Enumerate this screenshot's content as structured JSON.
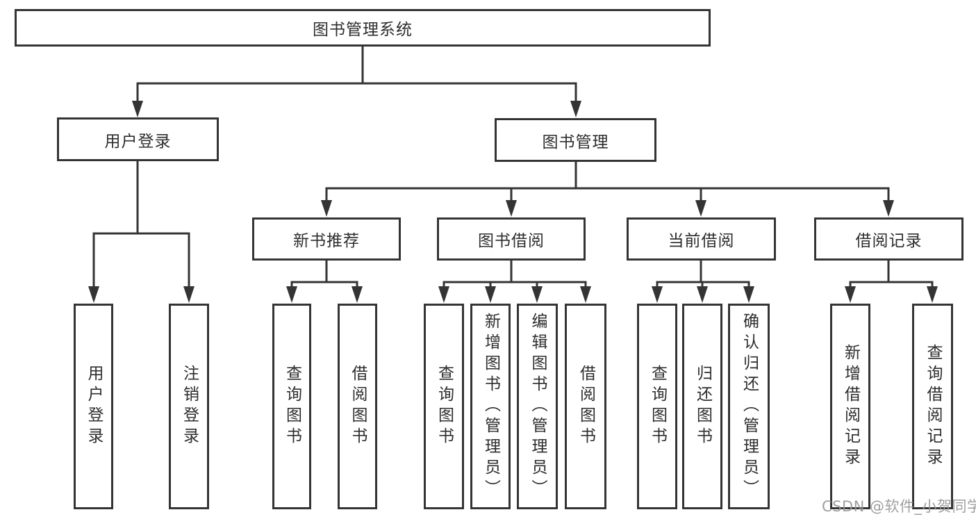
{
  "palette": {
    "line": "#343434",
    "text": "#2d2d2d",
    "box_background": "#ffffff",
    "watermark": "#979797"
  },
  "nodes": {
    "root": {
      "label": "图书管理系统"
    },
    "login": {
      "label": "用户登录",
      "children": [
        "用户登录",
        "注销登录"
      ]
    },
    "management": {
      "label": "图书管理",
      "sections": [
        {
          "label": "新书推荐",
          "children": [
            "查询图书",
            "借阅图书"
          ]
        },
        {
          "label": "图书借阅",
          "children": [
            "查询图书",
            "新增图书（管理员）",
            "编辑图书（管理员）",
            "借阅图书"
          ]
        },
        {
          "label": "当前借阅",
          "children": [
            "查询图书",
            "归还图书",
            "确认归还（管理员）"
          ]
        },
        {
          "label": "借阅记录",
          "children": [
            "新增借阅记录",
            "查询借阅记录"
          ]
        }
      ]
    }
  },
  "watermark": {
    "text": "CSDN @软件_小贺同学"
  }
}
